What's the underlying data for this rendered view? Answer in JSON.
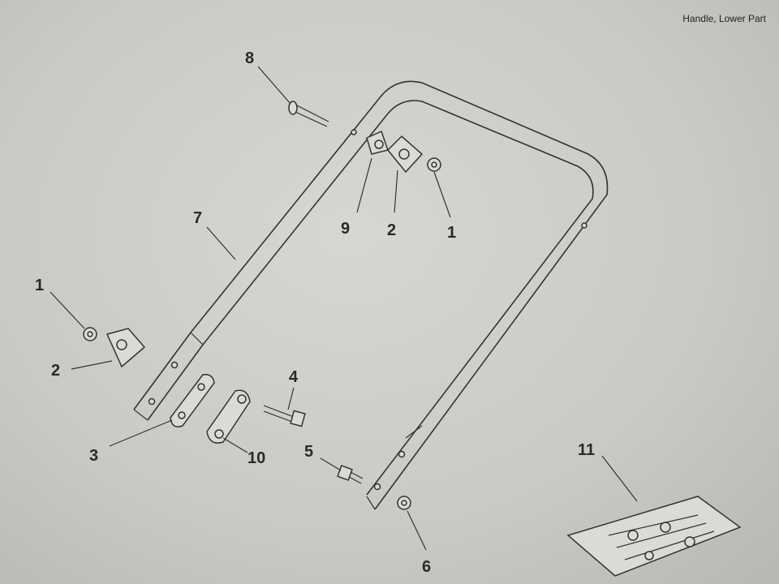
{
  "title": "Handle, Lower Part",
  "callouts": [
    {
      "id": "8",
      "label": "8"
    },
    {
      "id": "7",
      "label": "7"
    },
    {
      "id": "9",
      "label": "9"
    },
    {
      "id": "2a",
      "label": "2"
    },
    {
      "id": "1a",
      "label": "1"
    },
    {
      "id": "1b",
      "label": "1"
    },
    {
      "id": "2b",
      "label": "2"
    },
    {
      "id": "4",
      "label": "4"
    },
    {
      "id": "3",
      "label": "3"
    },
    {
      "id": "10",
      "label": "10"
    },
    {
      "id": "5",
      "label": "5"
    },
    {
      "id": "11",
      "label": "11"
    },
    {
      "id": "6",
      "label": "6"
    }
  ]
}
